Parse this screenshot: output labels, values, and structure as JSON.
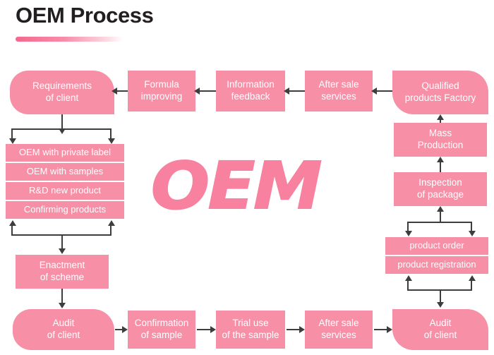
{
  "page": {
    "title": "OEM Process",
    "watermark": "OEM",
    "accent_color": "#f4688e",
    "box_color": "#f78fa7",
    "text_color": "#ffffff",
    "connector_color": "#3d3d3d",
    "title_color": "#231f20"
  },
  "top_row": [
    {
      "label": "Requirements\nof client",
      "line1": "Requirements",
      "line2": "of client"
    },
    {
      "label": "Formula improving",
      "line1": "Formula",
      "line2": "improving"
    },
    {
      "label": "Information feedback",
      "line1": "Information",
      "line2": "feedback"
    },
    {
      "label": "After sale services",
      "line1": "After sale",
      "line2": "services"
    },
    {
      "label": "Qualified products Factory",
      "line1": "Qualified",
      "line2": "products Factory"
    }
  ],
  "left_column": [
    {
      "label": "OEM with private label"
    },
    {
      "label": "OEM with samples"
    },
    {
      "label": "R&D new product"
    },
    {
      "label": "Confirming products"
    }
  ],
  "left_lower": {
    "enactment_line1": "Enactment",
    "enactment_line2": "of scheme"
  },
  "right_column": [
    {
      "line1": "Mass",
      "line2": "Production"
    },
    {
      "line1": "Inspection",
      "line2": "of package"
    },
    {
      "label": "product order"
    },
    {
      "label": "product registration"
    }
  ],
  "bottom_row": [
    {
      "label": "Audit of client",
      "line1": "Audit",
      "line2": "of client"
    },
    {
      "label": "Confirmation of sample",
      "line1": "Confirmation",
      "line2": "of sample"
    },
    {
      "label": "Trial use of the sample",
      "line1": "Trial use",
      "line2": "of the sample"
    },
    {
      "label": "After sale services",
      "line1": "After sale",
      "line2": "services"
    },
    {
      "label": "Audit of client",
      "line1": "Audit",
      "line2": "of client"
    }
  ]
}
